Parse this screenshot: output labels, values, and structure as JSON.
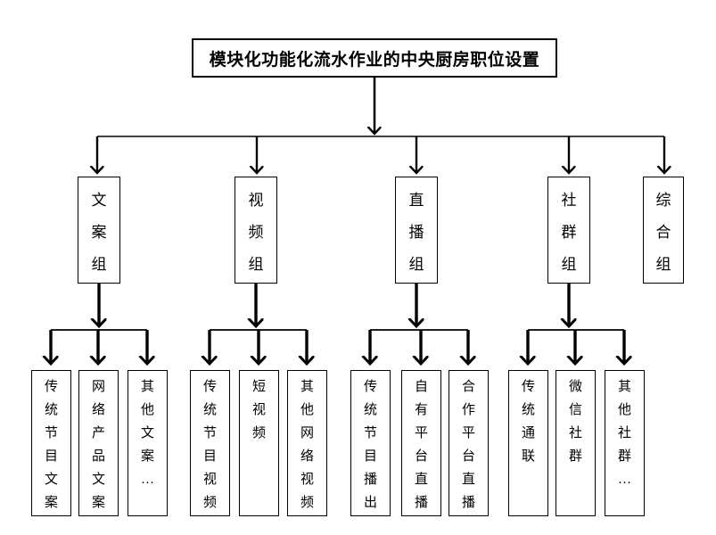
{
  "colors": {
    "background": "#ffffff",
    "line": "#000000",
    "text": "#000000",
    "box_border": "#000000"
  },
  "tree": {
    "root": "模块化功能化流水作业的中央厨房职位设置",
    "groups": [
      {
        "label": "文案组",
        "children": [
          "传统节目文案",
          "网络产品文案",
          "其他文案…"
        ]
      },
      {
        "label": "视频组",
        "children": [
          "传统节目视频",
          "短视频",
          "其他网络视频"
        ]
      },
      {
        "label": "直播组",
        "children": [
          "传统节目播出",
          "自有平台直播",
          "合作平台直播"
        ]
      },
      {
        "label": "社群组",
        "children": [
          "传统通联",
          "微信社群",
          "其他社群…"
        ]
      },
      {
        "label": "综合组",
        "children": []
      }
    ]
  }
}
